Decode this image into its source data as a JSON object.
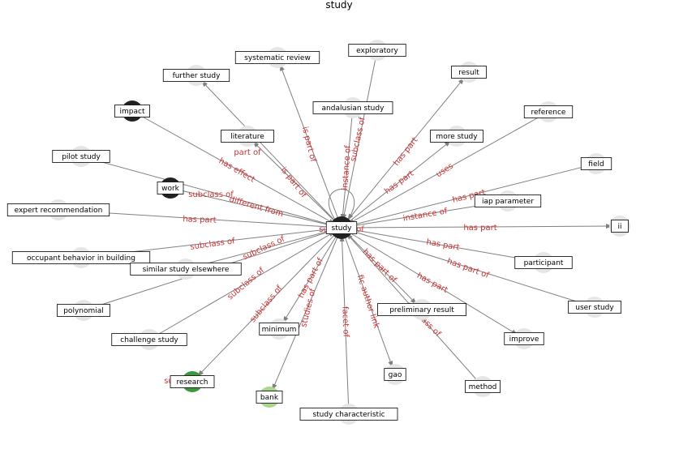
{
  "title": "study",
  "colors": {
    "edge": "#808080",
    "edge_label": "#cc3333",
    "node_default": "#e6e6e6",
    "node_dark": "#222222",
    "node_green": "#3a9a3a",
    "node_light_green": "#a8d890"
  },
  "center": {
    "label": "study",
    "node_color": "dark"
  },
  "nodes": [
    {
      "id": "systematic-review",
      "label": "systematic review",
      "color": "default"
    },
    {
      "id": "exploratory",
      "label": "exploratory",
      "color": "default"
    },
    {
      "id": "further-study",
      "label": "further study",
      "color": "default"
    },
    {
      "id": "result",
      "label": "result",
      "color": "default"
    },
    {
      "id": "impact",
      "label": "impact",
      "color": "dark"
    },
    {
      "id": "andalusian-study",
      "label": "andalusian study",
      "color": "default"
    },
    {
      "id": "reference",
      "label": "reference",
      "color": "default"
    },
    {
      "id": "literature",
      "label": "literature",
      "color": "default"
    },
    {
      "id": "more-study",
      "label": "more study",
      "color": "default"
    },
    {
      "id": "pilot-study",
      "label": "pilot study",
      "color": "default"
    },
    {
      "id": "field",
      "label": "field",
      "color": "default"
    },
    {
      "id": "work",
      "label": "work",
      "color": "dark"
    },
    {
      "id": "iap-parameter",
      "label": "iap parameter",
      "color": "default"
    },
    {
      "id": "expert-recommendation",
      "label": "expert recommendation",
      "color": "default"
    },
    {
      "id": "ii",
      "label": "ii",
      "color": "default"
    },
    {
      "id": "occupant-behavior",
      "label": "occupant behavior in building",
      "color": "default"
    },
    {
      "id": "participant",
      "label": "participant",
      "color": "default"
    },
    {
      "id": "similar-study",
      "label": "similar study elsewhere",
      "color": "default"
    },
    {
      "id": "polynomial",
      "label": "polynomial",
      "color": "default"
    },
    {
      "id": "preliminary-result",
      "label": "preliminary result",
      "color": "default"
    },
    {
      "id": "user-study",
      "label": "user study",
      "color": "default"
    },
    {
      "id": "challenge-study",
      "label": "challenge study",
      "color": "default"
    },
    {
      "id": "minimum",
      "label": "minimum",
      "color": "default"
    },
    {
      "id": "improve",
      "label": "improve",
      "color": "default"
    },
    {
      "id": "research",
      "label": "research",
      "color": "green"
    },
    {
      "id": "gao",
      "label": "gao",
      "color": "default"
    },
    {
      "id": "bank",
      "label": "bank",
      "color": "light_green"
    },
    {
      "id": "method",
      "label": "method",
      "color": "default"
    },
    {
      "id": "study-characteristic",
      "label": "study characteristic",
      "color": "default"
    }
  ],
  "edges": [
    {
      "node": "systematic-review",
      "label": "is part of",
      "direction": "out"
    },
    {
      "node": "exploratory",
      "label": "subclass of",
      "direction": "in"
    },
    {
      "node": "further-study",
      "label": "part of",
      "direction": "out"
    },
    {
      "node": "result",
      "label": "has part",
      "direction": "out"
    },
    {
      "node": "impact",
      "label": "has effect",
      "direction": "in"
    },
    {
      "node": "andalusian-study",
      "label": "instance of",
      "direction": "in"
    },
    {
      "node": "reference",
      "label": "uses",
      "direction": "in"
    },
    {
      "node": "literature",
      "label": "is part of",
      "direction": "out"
    },
    {
      "node": "more-study",
      "label": "has part",
      "direction": "out"
    },
    {
      "node": "pilot-study",
      "label": "subclass of",
      "direction": "in"
    },
    {
      "node": "field",
      "label": "has part",
      "direction": "out"
    },
    {
      "node": "work",
      "label": "different from",
      "direction": "in"
    },
    {
      "node": "iap-parameter",
      "label": "instance of",
      "direction": "in"
    },
    {
      "node": "expert-recommendation",
      "label": "has part",
      "direction": "in"
    },
    {
      "node": "ii",
      "label": "has part",
      "direction": "out"
    },
    {
      "node": "occupant-behavior",
      "label": "subclass of",
      "direction": "in"
    },
    {
      "node": "participant",
      "label": "has part",
      "direction": "in"
    },
    {
      "node": "similar-study",
      "label": "subclass of",
      "direction": "in"
    },
    {
      "node": "polynomial",
      "label": "subclass of",
      "direction": "in"
    },
    {
      "node": "preliminary-result",
      "label": "has part of",
      "direction": "out"
    },
    {
      "node": "user-study",
      "label": "has part of",
      "direction": "in"
    },
    {
      "node": "challenge-study",
      "label": "subclass of",
      "direction": "in"
    },
    {
      "node": "minimum",
      "label": "has part of",
      "direction": "out"
    },
    {
      "node": "improve",
      "label": "has part",
      "direction": "out"
    },
    {
      "node": "research",
      "label": "subclass of",
      "direction": "out"
    },
    {
      "node": "gao",
      "label": "fic author link",
      "direction": "out"
    },
    {
      "node": "bank",
      "label": "studies of",
      "direction": "out"
    },
    {
      "node": "method",
      "label": "subclass of",
      "direction": "in"
    },
    {
      "node": "study-characteristic",
      "label": "facet of",
      "direction": "in"
    }
  ],
  "self_loop_label": "subclass of"
}
